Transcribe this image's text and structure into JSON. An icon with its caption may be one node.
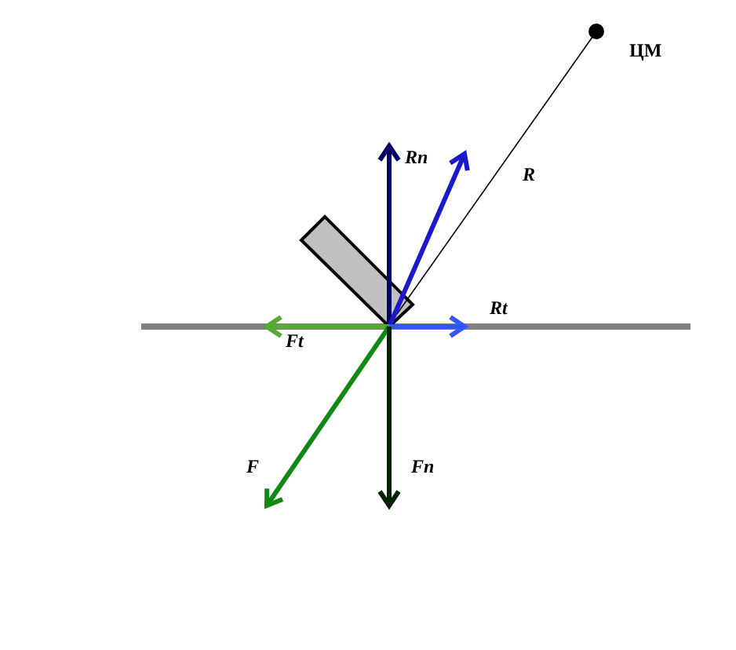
{
  "diagram": {
    "labels": [
      "ЦМ",
      "Rn",
      "R",
      "Rt",
      "Ft",
      "F",
      "Fn"
    ]
  }
}
